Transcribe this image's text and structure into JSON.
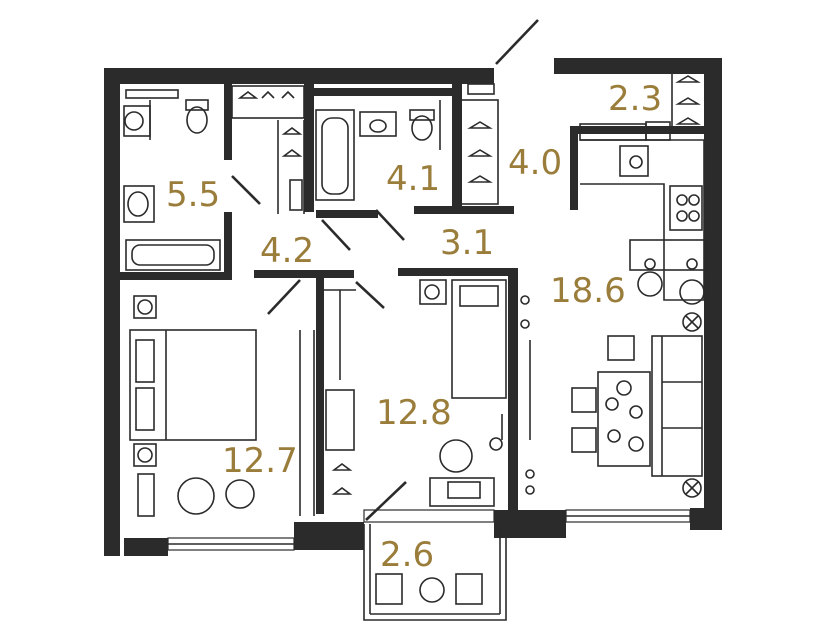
{
  "rooms": [
    {
      "id": "bathroom-main",
      "area": "5.5"
    },
    {
      "id": "wardrobe-hall",
      "area": "4.2"
    },
    {
      "id": "bathroom-small",
      "area": "4.1"
    },
    {
      "id": "hallway",
      "area": "4.0"
    },
    {
      "id": "storage",
      "area": "2.3"
    },
    {
      "id": "corridor",
      "area": "3.1"
    },
    {
      "id": "kitchen-living",
      "area": "18.6"
    },
    {
      "id": "bedroom-master",
      "area": "12.7"
    },
    {
      "id": "bedroom-second",
      "area": "12.8"
    },
    {
      "id": "balcony",
      "area": "2.6"
    }
  ],
  "colors": {
    "wall": "#2b2b2b",
    "area_label": "#9a7d3a",
    "background": "#ffffff"
  }
}
